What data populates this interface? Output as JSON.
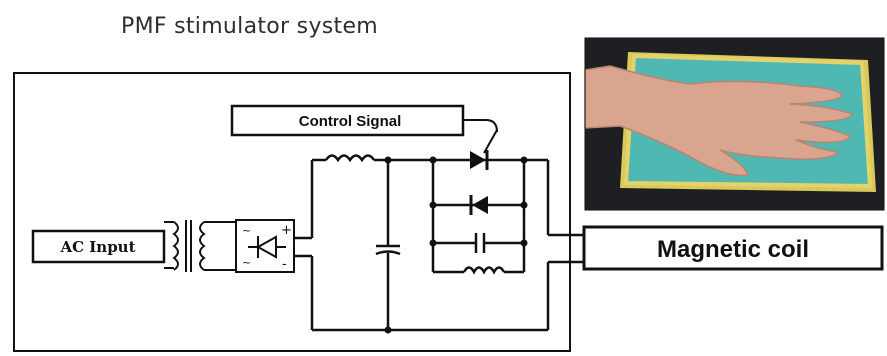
{
  "title": "PMF stimulator system",
  "labels": {
    "ac_input": "AC Input",
    "control_signal": "Control Signal",
    "magnetic_coil": "Magnetic coil"
  },
  "photo": {
    "pad_color": "#4fb8b2",
    "pad_edge_color": "#d9c85a",
    "skin_color": "#d9a58f"
  }
}
